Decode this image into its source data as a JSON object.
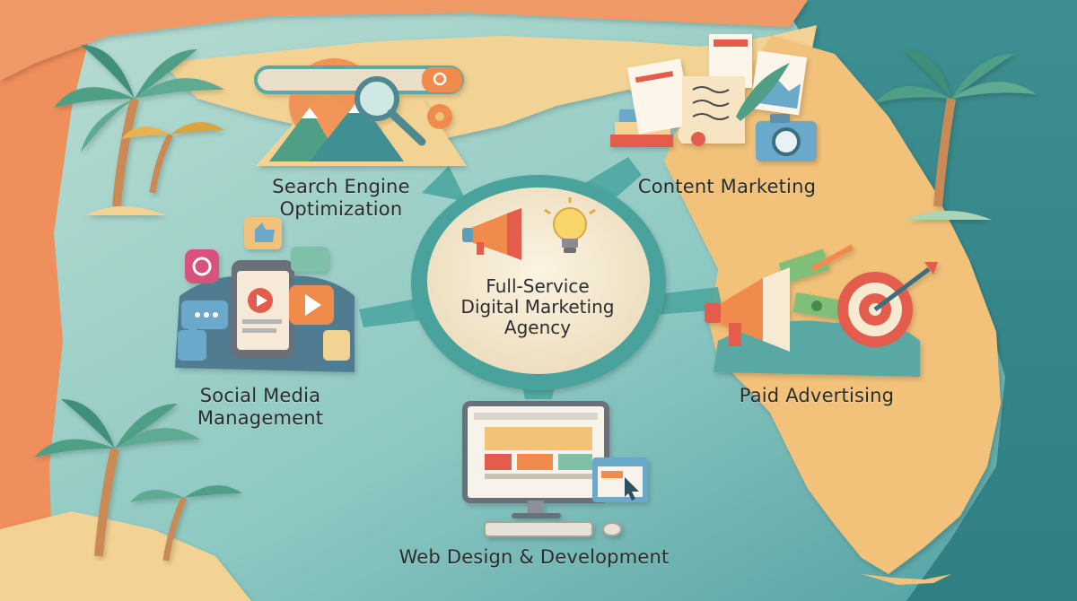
{
  "hub": {
    "title": "Full-Service\nDigital Marketing\nAgency"
  },
  "services": [
    {
      "id": "seo",
      "label": "Search Engine\nOptimization"
    },
    {
      "id": "content",
      "label": "Content Marketing"
    },
    {
      "id": "social",
      "label": "Social Media\nManagement"
    },
    {
      "id": "paid",
      "label": "Paid Advertising"
    },
    {
      "id": "web",
      "label": "Web Design & Development"
    }
  ],
  "colors": {
    "ocean": "#8fc9c3",
    "ocean_deep": "#3f8f93",
    "land": "#f2c27a",
    "land_light": "#f3d393",
    "left_edge": "#ee8f5c",
    "hub_ring": "#49a39c",
    "hub_fill": "#f7ead2",
    "connector": "#4da6a0",
    "palm_leaf": "#4f9e86",
    "palm_trunk": "#c98a54",
    "accent_orange": "#f08b4c",
    "accent_red": "#e45b4b",
    "accent_blue": "#6aa9c9"
  },
  "icons": {
    "hub": [
      "megaphone-icon",
      "lightbulb-icon"
    ],
    "seo": [
      "search-bar-icon",
      "magnifier-icon",
      "mountains-icon",
      "gear-icon",
      "sun-icon"
    ],
    "content": [
      "documents-icon",
      "scroll-icon",
      "books-icon",
      "feather-quill-icon",
      "camera-icon"
    ],
    "social": [
      "phone-icon",
      "instagram-icon",
      "thumbs-up-icon",
      "chat-bubble-icon",
      "play-icon"
    ],
    "paid": [
      "megaphone-icon",
      "money-icon",
      "target-icon",
      "arrow-icon"
    ],
    "web": [
      "monitor-icon",
      "keyboard-icon",
      "mouse-icon",
      "browser-window-icon",
      "cursor-icon"
    ]
  }
}
